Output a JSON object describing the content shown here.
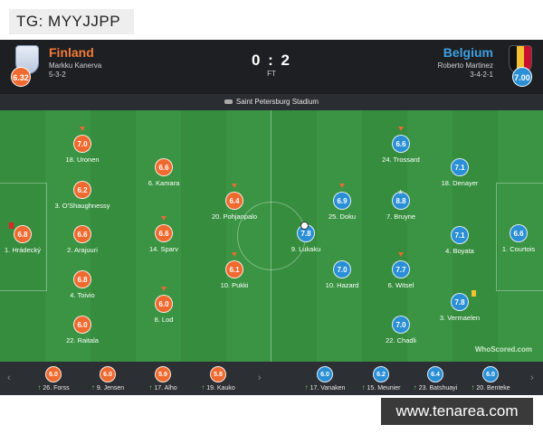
{
  "tag": "TG: MYYJJPP",
  "header": {
    "home": {
      "name": "Finland",
      "manager": "Markku Kanerva",
      "formation": "5-3-2",
      "rating": "6.32",
      "color": "#ef6a2f"
    },
    "away": {
      "name": "Belgium",
      "manager": "Roberto Martinez",
      "formation": "3-4-2-1",
      "rating": "7.00",
      "color": "#2b8fd6"
    },
    "score": "0 : 2",
    "status": "FT"
  },
  "venue": "Saint Petersburg Stadium",
  "home_players": [
    {
      "name": "1. Hrádecký",
      "rating": "6.8",
      "icons": [
        "red-card-icon"
      ]
    },
    {
      "name": "18. Uronen",
      "rating": "7.0",
      "icons": [
        "sub-arrow-icon"
      ]
    },
    {
      "name": "3. O'Shaughnessy",
      "rating": "6.2",
      "icons": []
    },
    {
      "name": "2. Arajuuri",
      "rating": "6.6",
      "icons": []
    },
    {
      "name": "4. Toivio",
      "rating": "6.8",
      "icons": []
    },
    {
      "name": "22. Raitala",
      "rating": "6.0",
      "icons": []
    },
    {
      "name": "6. Kamara",
      "rating": "6.6",
      "icons": []
    },
    {
      "name": "14. Sparv",
      "rating": "6.6",
      "icons": [
        "sub-arrow-icon"
      ]
    },
    {
      "name": "8. Lod",
      "rating": "6.0",
      "icons": [
        "sub-arrow-icon"
      ]
    },
    {
      "name": "20. Pohjanpalo",
      "rating": "6.4",
      "icons": [
        "sub-arrow-icon"
      ]
    },
    {
      "name": "10. Pukki",
      "rating": "6.1",
      "icons": [
        "sub-arrow-icon"
      ]
    }
  ],
  "away_players": [
    {
      "name": "1. Courtois",
      "rating": "6.6",
      "icons": []
    },
    {
      "name": "18. Denayer",
      "rating": "7.1",
      "icons": []
    },
    {
      "name": "4. Boyata",
      "rating": "7.1",
      "icons": []
    },
    {
      "name": "3. Vermaelen",
      "rating": "7.8",
      "icons": [
        "yellow-card-icon"
      ]
    },
    {
      "name": "24. Trossard",
      "rating": "6.6",
      "icons": [
        "sub-arrow-icon"
      ]
    },
    {
      "name": "7. Bruyne",
      "rating": "8.8",
      "icons": [
        "star-icon"
      ]
    },
    {
      "name": "6. Witsel",
      "rating": "7.7",
      "icons": [
        "sub-arrow-icon"
      ]
    },
    {
      "name": "22. Chadli",
      "rating": "7.0",
      "icons": []
    },
    {
      "name": "25. Doku",
      "rating": "6.9",
      "icons": [
        "sub-arrow-icon"
      ]
    },
    {
      "name": "10. Hazard",
      "rating": "7.0",
      "icons": []
    },
    {
      "name": "9. Lukaku",
      "rating": "7.8",
      "icons": [
        "ball-icon"
      ]
    }
  ],
  "home_bench": [
    {
      "name": "26. Forss",
      "rating": "6.0"
    },
    {
      "name": "9. Jensen",
      "rating": "6.0"
    },
    {
      "name": "17. Alho",
      "rating": "5.9"
    },
    {
      "name": "19. Kauko",
      "rating": "5.8"
    }
  ],
  "away_bench": [
    {
      "name": "17. Vanaken",
      "rating": "6.0"
    },
    {
      "name": "15. Meunier",
      "rating": "6.2"
    },
    {
      "name": "23. Batshuayi",
      "rating": "6.4"
    },
    {
      "name": "20. Benteke",
      "rating": "6.0"
    }
  ],
  "branding": "WhoScored.com",
  "watermark": "www.tenarea.com"
}
